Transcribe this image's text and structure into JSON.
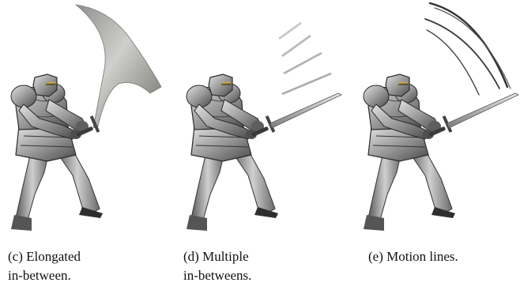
{
  "figure": {
    "panels": [
      {
        "id": "c",
        "effect": "elongated in-between",
        "caption_lines": [
          "(c) Elongated",
          "in-between."
        ]
      },
      {
        "id": "d",
        "effect": "multiple in-betweens",
        "caption_lines": [
          "(d) Multiple",
          "in-betweens."
        ]
      },
      {
        "id": "e",
        "effect": "motion lines",
        "caption_lines": [
          "(e) Motion lines."
        ]
      }
    ],
    "colors": {
      "armor_light": "#c9c9c9",
      "armor_mid": "#8e8e8e",
      "armor_dark": "#3a3a3a",
      "sword_blade": "#b9b9b9",
      "smear": "#a8a8a8"
    }
  }
}
